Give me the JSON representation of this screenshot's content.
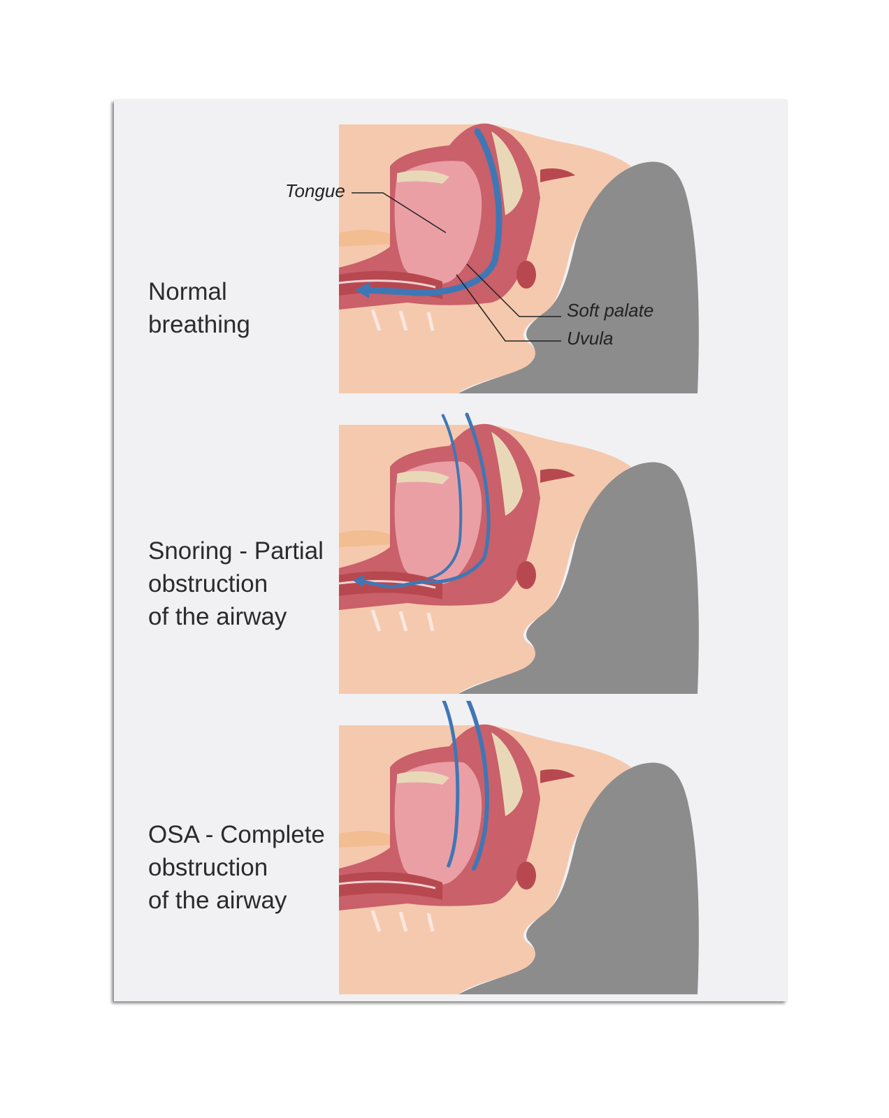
{
  "panels": [
    {
      "id": "normal",
      "title": "Normal\nbreathing",
      "airflow": "open"
    },
    {
      "id": "snoring",
      "title": "Snoring - Partial\nobstruction\nof the airway",
      "airflow": "partial"
    },
    {
      "id": "osa",
      "title": "OSA - Complete\nobstruction\nof the airway",
      "airflow": "blocked"
    }
  ],
  "labels": {
    "tongue": "Tongue",
    "soft_palate": "Soft palate",
    "uvula": "Uvula"
  },
  "colors": {
    "background": "#f1f1f3",
    "skin": "#f5c9ae",
    "hair": "#8c8c8c",
    "tissue": "#c9606a",
    "tissue_light": "#ea9fa5",
    "bone": "#e9d8b8",
    "airflow": "#3f77b5"
  }
}
